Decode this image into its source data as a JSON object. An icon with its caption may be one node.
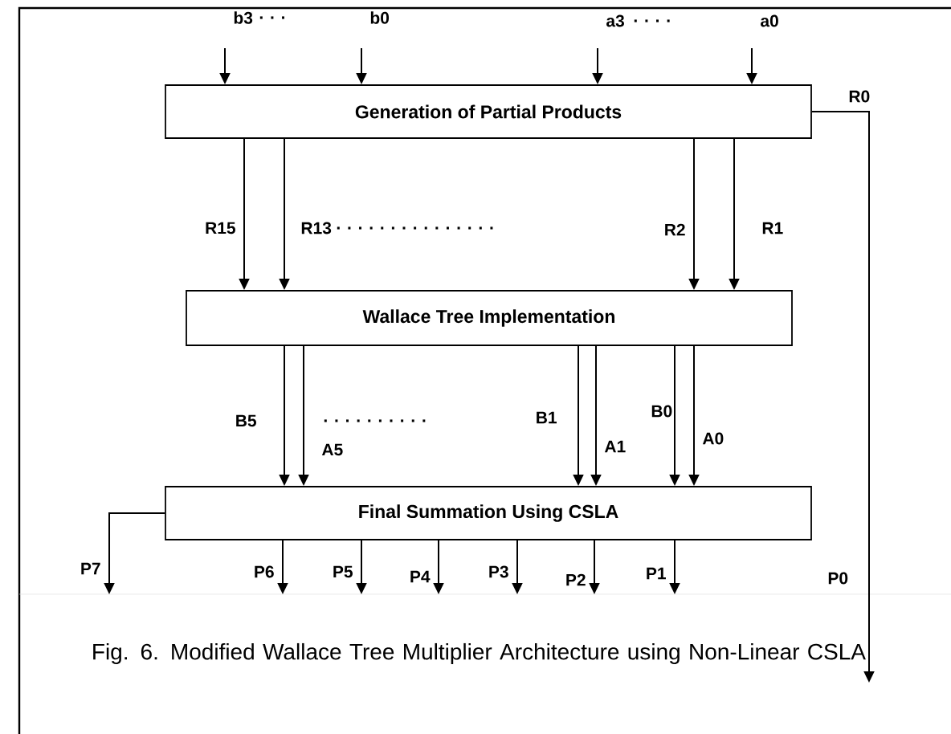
{
  "diagram": {
    "caption": "Fig. 6. Modified Wallace Tree Multiplier Architecture using Non-Linear CSLA",
    "nodes": [
      {
        "text": [
          "Generation of Partial Products"
        ]
      },
      {
        "text": [
          "Wallace Tree Implementation"
        ]
      },
      {
        "text": [
          "Final Summation Using CSLA"
        ]
      }
    ],
    "edges": [
      {
        "from": null,
        "to": 0,
        "arrow": "to",
        "label": "b3"
      },
      {
        "from": null,
        "to": 0,
        "arrow": "to",
        "label": "b0"
      },
      {
        "from": null,
        "to": 0,
        "arrow": "to",
        "label": "a3"
      },
      {
        "from": null,
        "to": 0,
        "arrow": "to",
        "label": "a0"
      },
      {
        "from": 0,
        "to": 1,
        "arrow": "to",
        "label": "R15"
      },
      {
        "from": 0,
        "to": 1,
        "arrow": "to",
        "label": "R13"
      },
      {
        "from": 0,
        "to": 1,
        "arrow": "to",
        "label": "R2"
      },
      {
        "from": 0,
        "to": 1,
        "arrow": "to",
        "label": "R1"
      },
      {
        "from": 0,
        "to": null,
        "arrow": "to",
        "label": "R0"
      },
      {
        "from": 1,
        "to": 2,
        "arrow": "to",
        "label": "B5"
      },
      {
        "from": 1,
        "to": 2,
        "arrow": "to",
        "label": "A5"
      },
      {
        "from": 1,
        "to": 2,
        "arrow": "to",
        "label": "B1"
      },
      {
        "from": 1,
        "to": 2,
        "arrow": "to",
        "label": "A1"
      },
      {
        "from": 1,
        "to": 2,
        "arrow": "to",
        "label": "B0"
      },
      {
        "from": 1,
        "to": 2,
        "arrow": "to",
        "label": "A0"
      },
      {
        "from": 2,
        "to": null,
        "arrow": "to",
        "label": "P7"
      },
      {
        "from": 2,
        "to": null,
        "arrow": "to",
        "label": "P6"
      },
      {
        "from": 2,
        "to": null,
        "arrow": "to",
        "label": "P5"
      },
      {
        "from": 2,
        "to": null,
        "arrow": "to",
        "label": "P4"
      },
      {
        "from": 2,
        "to": null,
        "arrow": "to",
        "label": "P3"
      },
      {
        "from": 2,
        "to": null,
        "arrow": "to",
        "label": "P2"
      },
      {
        "from": 2,
        "to": null,
        "arrow": "to",
        "label": "P1"
      }
    ],
    "labels": [
      ". . .",
      ". . . .",
      ". . . . . . . . . . . . . . .",
      ". . . . . . . . . .",
      "P0"
    ]
  }
}
